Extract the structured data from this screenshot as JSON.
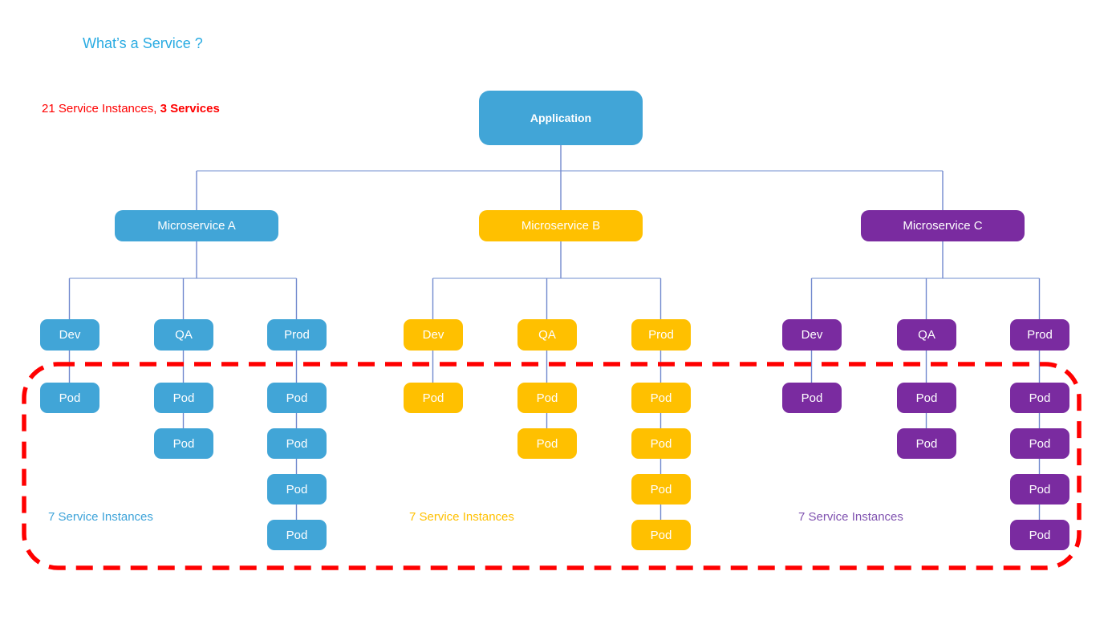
{
  "title": "What’s a Service ?",
  "stats": {
    "prefix": "21 Service Instances, ",
    "highlight": "3 Services"
  },
  "application": {
    "label": "Application"
  },
  "microservices": [
    {
      "label": "Microservice A",
      "color": "#41A5D7",
      "instances_label": "7 Service Instances",
      "environments": [
        {
          "label": "Dev",
          "pods": [
            "Pod"
          ]
        },
        {
          "label": "QA",
          "pods": [
            "Pod",
            "Pod"
          ]
        },
        {
          "label": "Prod",
          "pods": [
            "Pod",
            "Pod",
            "Pod",
            "Pod"
          ]
        }
      ]
    },
    {
      "label": "Microservice B",
      "color": "#FFC000",
      "instances_label": "7 Service Instances",
      "environments": [
        {
          "label": "Dev",
          "pods": [
            "Pod"
          ]
        },
        {
          "label": "QA",
          "pods": [
            "Pod",
            "Pod"
          ]
        },
        {
          "label": "Prod",
          "pods": [
            "Pod",
            "Pod",
            "Pod",
            "Pod"
          ]
        }
      ]
    },
    {
      "label": "Microservice C",
      "color": "#7A2BA0",
      "instances_label": "7 Service Instances",
      "environments": [
        {
          "label": "Dev",
          "pods": [
            "Pod"
          ]
        },
        {
          "label": "QA",
          "pods": [
            "Pod",
            "Pod"
          ]
        },
        {
          "label": "Prod",
          "pods": [
            "Pod",
            "Pod",
            "Pod",
            "Pod"
          ]
        }
      ]
    }
  ],
  "colors": {
    "title": "#29ABE2",
    "stats": "#FF0000",
    "highlight_border": "#FF0000",
    "connector_vertical": "#7289CE",
    "connector_rail": "#9FB3DF",
    "instances_label_a": "#3DA3D9",
    "instances_label_b": "#FFC000",
    "instances_label_c": "#8053B0"
  }
}
